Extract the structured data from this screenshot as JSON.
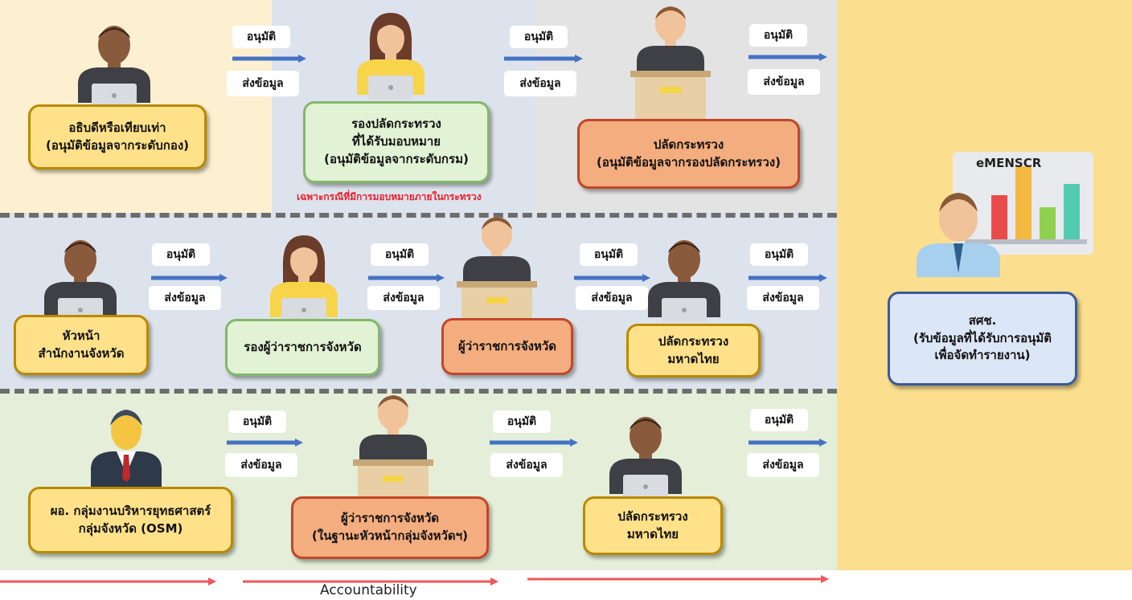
{
  "flow_labels": {
    "approve": "อนุมัติ",
    "send": "ส่งข้อมูล"
  },
  "row1": {
    "box1": [
      "อธิบดีหรือเทียบเท่า",
      "(อนุมัติข้อมูลจากระดับกอง)"
    ],
    "box2": [
      "รองปลัดกระทรวง",
      "ที่ได้รับมอบหมาย",
      "(อนุมัติข้อมูลจากระดับกรม)"
    ],
    "box3": [
      "ปลัดกระทรวง",
      "(อนุมัติข้อมูลจากรองปลัดกระทรวง)"
    ],
    "note": "เฉพาะกรณีที่มีการมอบหมายภายในกระทรวง"
  },
  "row2": {
    "box1": [
      "หัวหน้า",
      "สำนักงานจังหวัด"
    ],
    "box2": [
      "รองผู้ว่าราชการจังหวัด"
    ],
    "box3": [
      "ผู้ว่าราชการจังหวัด"
    ],
    "box4": [
      "ปลัดกระทรวง",
      "มหาดไทย"
    ]
  },
  "row3": {
    "box1": [
      "ผอ. กลุ่มงานบริหารยุทธศาสตร์",
      "กลุ่มจังหวัด (OSM)"
    ],
    "box2": [
      "ผู้ว่าราชการจังหวัด",
      "(ในฐานะหัวหน้ากลุ่มจังหวัดฯ)"
    ],
    "box3": [
      "ปลัดกระทรวง",
      "มหาดไทย"
    ]
  },
  "receiver": {
    "box": [
      "สศช.",
      "(รับข้อมูลที่ได้รับการอนุมัติ",
      "เพื่อจัดทำรายงาน)"
    ],
    "chart_title": "eMENSCR"
  },
  "footer": {
    "label": "Accountability"
  },
  "colors": {
    "arrow_blue": "#4472c4",
    "arrow_red": "#f0565a",
    "bg_row1_a": "#fdf0d0",
    "bg_row1_b": "#dde3ec",
    "bg_row1_c": "#e3e3e3",
    "bg_row2": "#dde3ec",
    "bg_row3": "#e4eed9",
    "bg_right": "#fbdf8e",
    "note_red": "#e8202a"
  }
}
